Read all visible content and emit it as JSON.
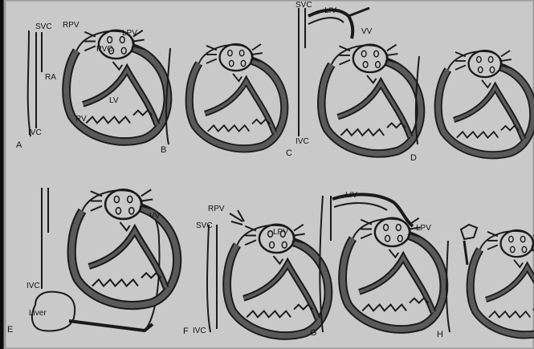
{
  "colors": {
    "background": "#0c0c0c",
    "paper": "#c9c9c9",
    "paper_edge": "#9a9a9a",
    "ink": "#1a1a1a",
    "shade": "#5a5a5a"
  },
  "panels": [
    {
      "letter": "A",
      "labels": {
        "svc": "SVC",
        "rpv": "RPV",
        "lpv": "LPV",
        "pvc": "PVC",
        "ra": "RA",
        "lv": "LV",
        "rv": "RV",
        "ivc": "IVC"
      }
    },
    {
      "letter": "B"
    },
    {
      "letter": "C",
      "labels": {
        "svc": "SVC",
        "liv": "LIV",
        "vv": "VV",
        "ivc": "IVC"
      }
    },
    {
      "letter": "D"
    },
    {
      "letter": "E",
      "labels": {
        "vv": "VV",
        "ivc": "IVC",
        "liver": "Liver"
      }
    },
    {
      "letter": "F",
      "labels": {
        "rpv": "RPV",
        "svc": "SVC",
        "lpv": "LPV",
        "ivc": "IVC"
      }
    },
    {
      "letter": "G",
      "labels": {
        "liv": "LIV",
        "lpv": "LPV"
      }
    },
    {
      "letter": "H"
    }
  ]
}
